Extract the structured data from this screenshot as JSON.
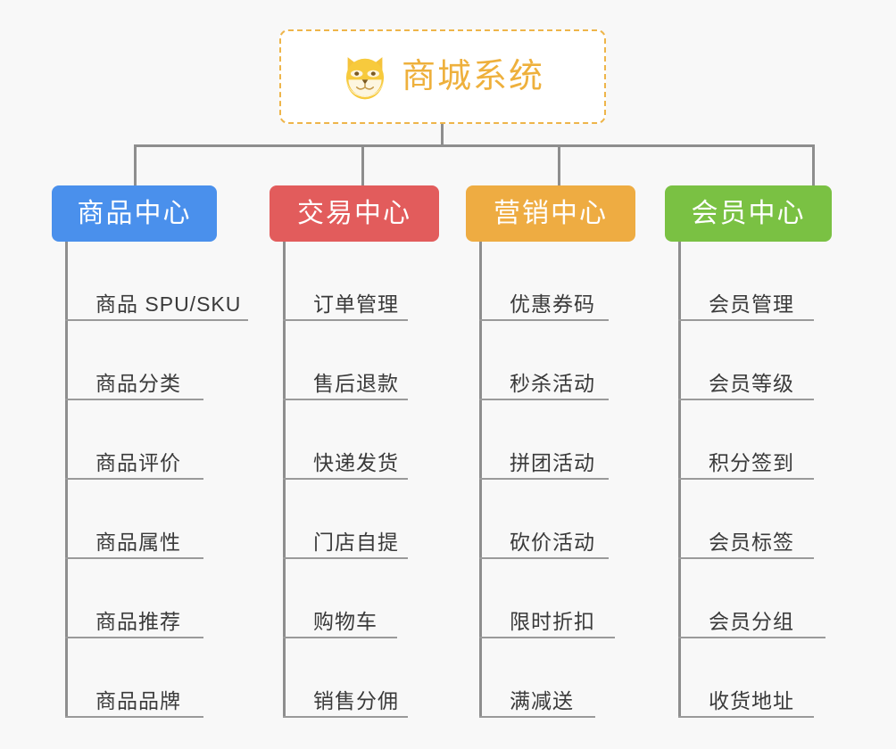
{
  "diagram": {
    "type": "org-chart",
    "background_color": "#f8f8f8",
    "connector_color": "#8e8e8e",
    "root": {
      "title": "商城系统",
      "icon": "shiba-dog-face-icon",
      "text_color": "#eeb03c",
      "border_color": "#eeb54a",
      "background_color": "#ffffff",
      "border_style": "dashed"
    },
    "branches": [
      {
        "label": "商品中心",
        "color": "#4a90ec",
        "items": [
          "商品 SPU/SKU",
          "商品分类",
          "商品评价",
          "商品属性",
          "商品推荐",
          "商品品牌"
        ]
      },
      {
        "label": "交易中心",
        "color": "#e25c5c",
        "items": [
          "订单管理",
          "售后退款",
          "快递发货",
          "门店自提",
          "购物车",
          "销售分佣"
        ]
      },
      {
        "label": "营销中心",
        "color": "#eeac42",
        "items": [
          "优惠券码",
          "秒杀活动",
          "拼团活动",
          "砍价活动",
          "限时折扣",
          "满减送"
        ]
      },
      {
        "label": "会员中心",
        "color": "#7ac143",
        "items": [
          "会员管理",
          "会员等级",
          "积分签到",
          "会员标签",
          "会员分组",
          "收货地址"
        ]
      }
    ]
  },
  "layout": {
    "branch_x": [
      58,
      302,
      522,
      745
    ],
    "branch_width": [
      185,
      190,
      190,
      187
    ],
    "spine_x": [
      150,
      405,
      625,
      910
    ],
    "item_rule_widths": [
      [
        205,
        155,
        155,
        155,
        155,
        155
      ],
      [
        140,
        140,
        140,
        140,
        128,
        140
      ],
      [
        145,
        145,
        145,
        145,
        152,
        130
      ],
      [
        152,
        152,
        152,
        152,
        165,
        152
      ]
    ]
  }
}
